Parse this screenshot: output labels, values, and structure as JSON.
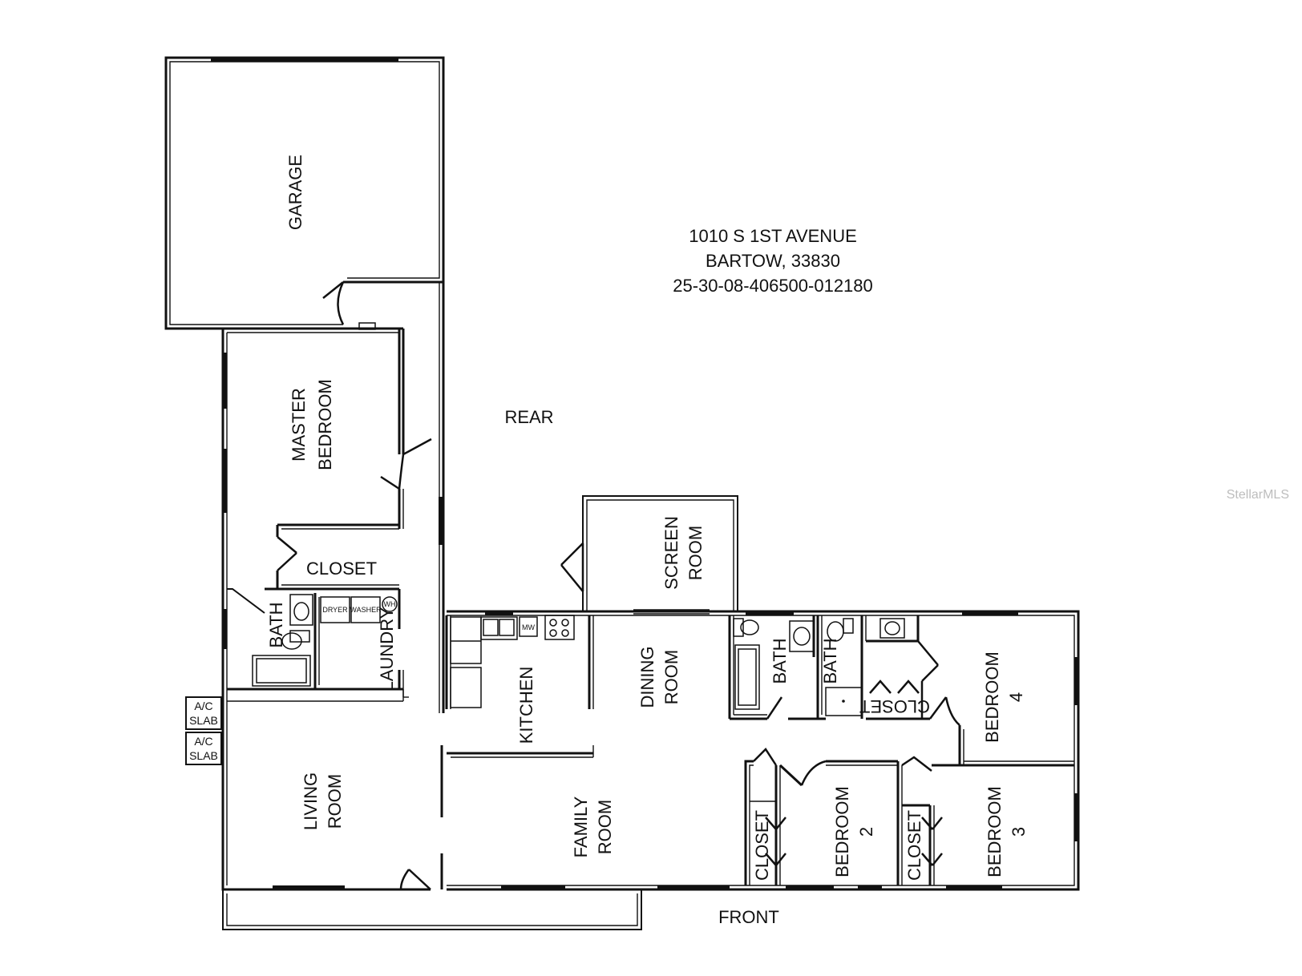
{
  "address": {
    "line1": "1010 S 1ST AVENUE",
    "line2": "BARTOW, 33830",
    "line3": "25-30-08-406500-012180"
  },
  "orientation": {
    "rear": "REAR",
    "front": "FRONT"
  },
  "rooms": {
    "garage": "GARAGE",
    "master_l1": "MASTER",
    "master_l2": "BEDROOM",
    "closet_master": "CLOSET",
    "bath_master": "BATH",
    "laundry": "LAUNDRY",
    "kitchen": "KITCHEN",
    "dining_l1": "DINING",
    "dining_l2": "ROOM",
    "screen_l1": "SCREEN",
    "screen_l2": "ROOM",
    "living_l1": "LIVING",
    "living_l2": "ROOM",
    "family_l1": "FAMILY",
    "family_l2": "ROOM",
    "bath_hall": "BATH",
    "bath_bed4": "BATH",
    "closet_bed4": "CLOSET",
    "bed4_l1": "BEDROOM",
    "bed4_l2": "4",
    "bed2_l1": "BEDROOM",
    "bed2_l2": "2",
    "bed3_l1": "BEDROOM",
    "bed3_l2": "3",
    "closet_bed2": "CLOSET",
    "closet_bed3": "CLOSET"
  },
  "ac_slabs": [
    {
      "l1": "A/C",
      "l2": "SLAB"
    },
    {
      "l1": "A/C",
      "l2": "SLAB"
    }
  ],
  "appliances": {
    "dryer": "DRYER",
    "washer": "WASHER",
    "water_heater": "WH",
    "microwave": "MW"
  },
  "watermark": "StellarMLS"
}
